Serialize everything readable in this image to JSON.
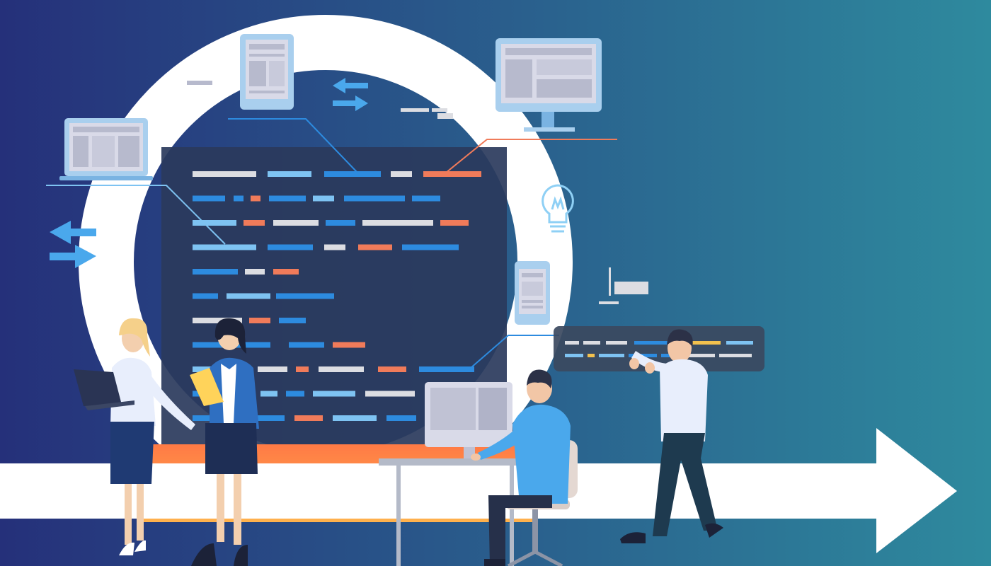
{
  "colors": {
    "bg_left": "#25307a",
    "bg_right": "#2e8a9e",
    "ring": "#ffffff",
    "code_panel": "#2a3a5c",
    "code_white": "#dcdde2",
    "code_blue": "#2d8bdf",
    "code_lightblue": "#7ec3f2",
    "code_orange": "#f07b5a",
    "stage_top": "#ff7a45",
    "stage_bottom": "#ffb24d",
    "arrow_blue": "#4aa8ec",
    "screen_gray": "#d9dae8",
    "device_frame": "#a9cfee"
  },
  "scene": {
    "icons": [
      "tablet-icon",
      "monitor-icon",
      "laptop-icon",
      "phone-icon",
      "lightbulb-icon",
      "swap-arrows-icon",
      "progress-arrow-icon"
    ],
    "people": [
      "woman-with-laptop",
      "woman-with-folder",
      "man-at-desk",
      "man-walking"
    ]
  }
}
